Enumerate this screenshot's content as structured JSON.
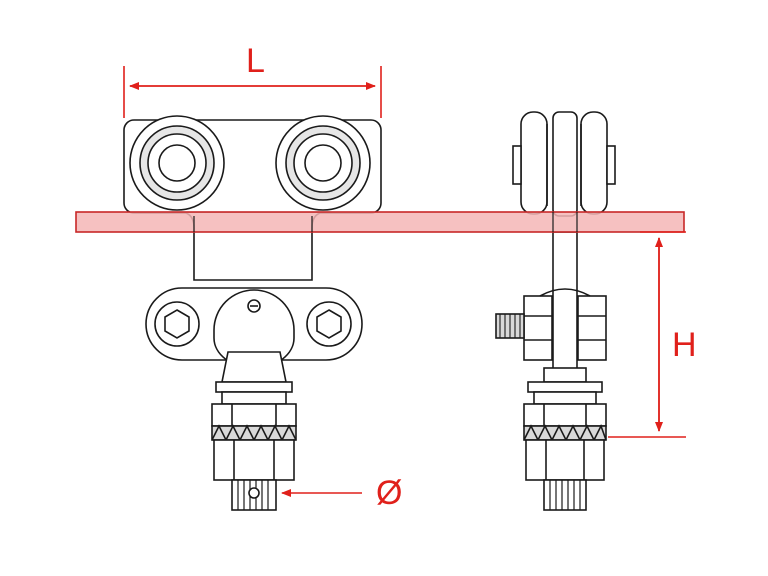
{
  "labels": {
    "length": "L",
    "height": "H",
    "diameter": "Ø"
  },
  "colors": {
    "dimension": "#e0201b",
    "rail_fill": "#f4b6b6",
    "rail_stroke": "#c82828",
    "line": "#1a1a1a",
    "part_fill": "#ffffff",
    "shade": "#d9d9d9"
  }
}
